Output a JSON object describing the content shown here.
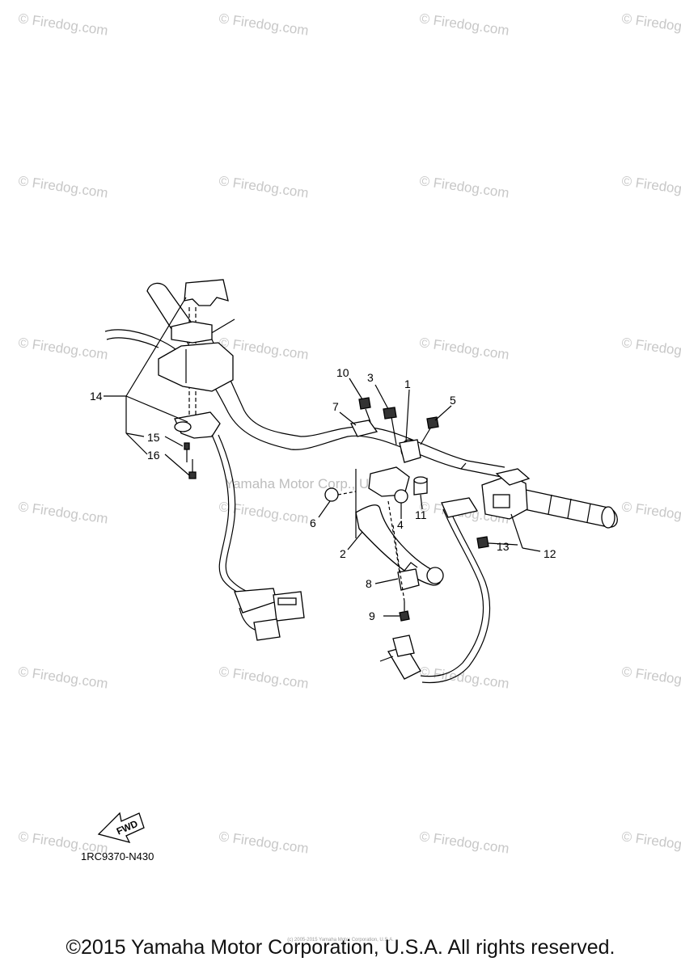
{
  "watermark": {
    "text": "Firedog.com",
    "symbol": "©"
  },
  "mid_watermark": "Yamaha Motor Corp., U.S.A.",
  "tiny_copyright": "(c) 2005-2015 Yamaha Motor Corporation, U.S.A.",
  "callouts": {
    "c1": "1",
    "c2": "2",
    "c3": "3",
    "c4": "4",
    "c5": "5",
    "c6": "6",
    "c7": "7",
    "c8": "8",
    "c9": "9",
    "c10": "10",
    "c11": "11",
    "c12": "12",
    "c13": "13",
    "c14": "14",
    "c15": "15",
    "c16": "16"
  },
  "fwd_label": "FWD",
  "part_code": "1RC9370-N430",
  "copyright": "©2015 Yamaha Motor Corporation, U.S.A. All rights reserved."
}
